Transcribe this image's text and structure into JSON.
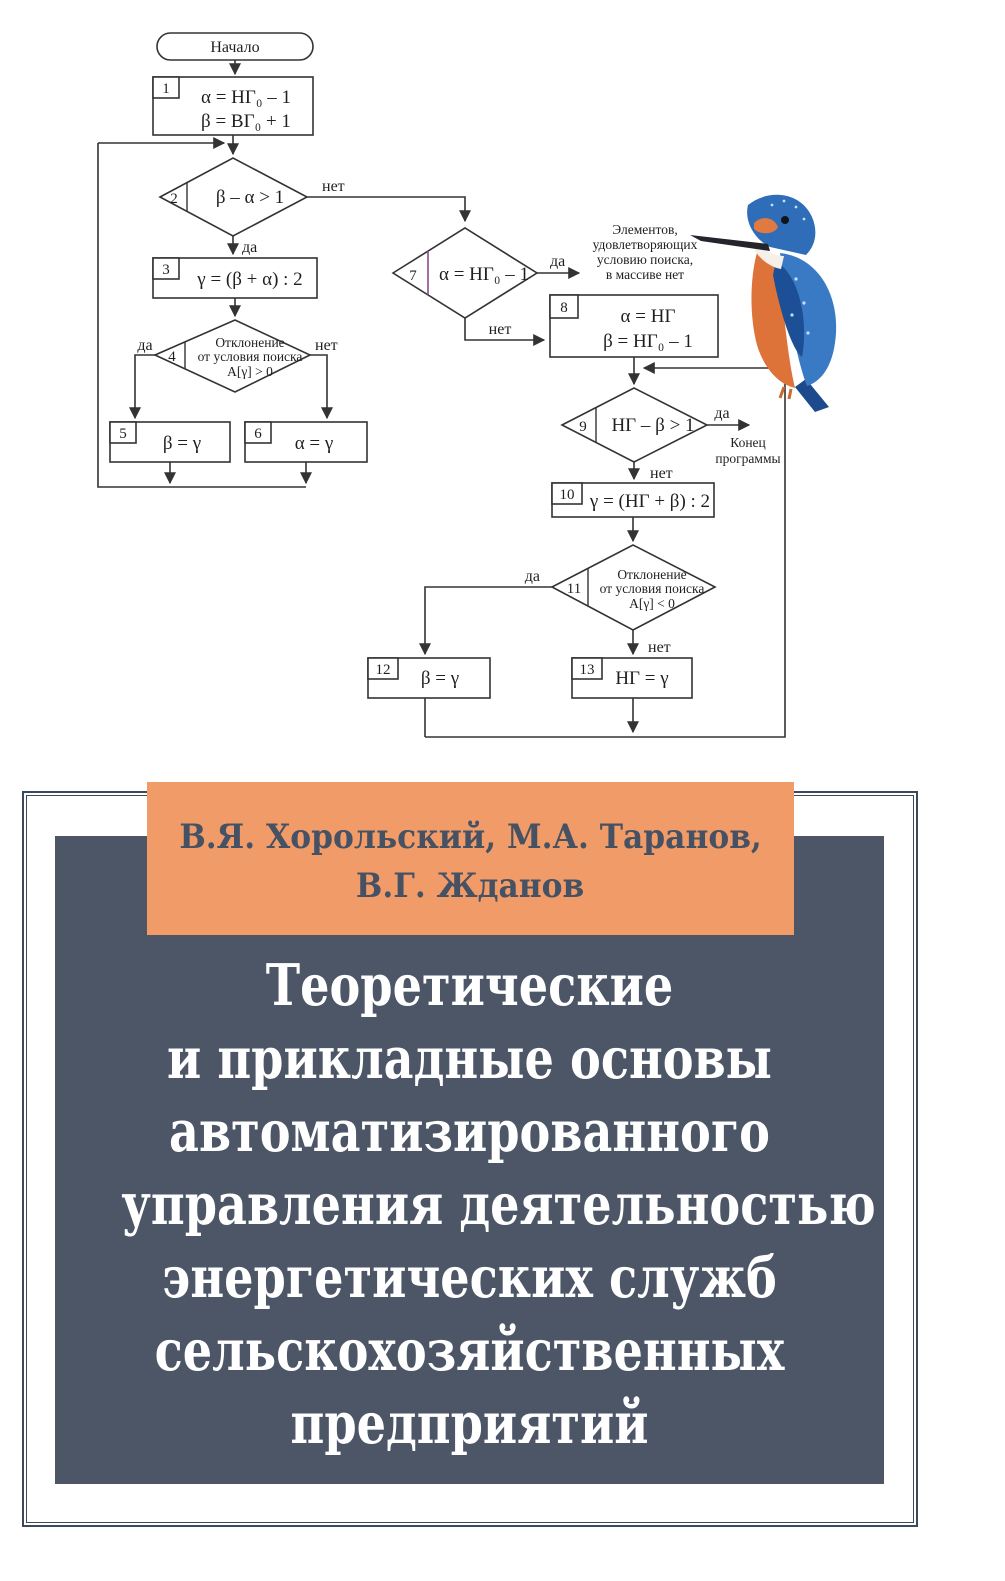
{
  "flowchart": {
    "start_label": "Начало",
    "yes": "да",
    "no": "нет",
    "box1": {
      "num": "1",
      "line1": "α = НГ₀ – 1",
      "line2": "β = ВГ₀ + 1"
    },
    "d2": {
      "num": "2",
      "cond": "β – α > 1"
    },
    "box3": {
      "num": "3",
      "formula": "γ = (β + α) : 2"
    },
    "d4": {
      "num": "4",
      "line1": "Отклонение",
      "line2": "от условия поиска",
      "line3": "A[γ] > 0"
    },
    "box5": {
      "num": "5",
      "formula": "β = γ"
    },
    "box6": {
      "num": "6",
      "formula": "α = γ"
    },
    "d7": {
      "num": "7",
      "cond": "α = НГ₀ – 1"
    },
    "no_elements": {
      "line1": "Элементов,",
      "line2": "удовлетворяющих",
      "line3": "условию поиска,",
      "line4": "в массиве нет"
    },
    "box8": {
      "num": "8",
      "line1": "α = НГ",
      "line2": "β = НГ₀ – 1"
    },
    "d9": {
      "num": "9",
      "cond": "НГ – β > 1"
    },
    "end_label": {
      "line1": "Конец",
      "line2": "программы"
    },
    "box10": {
      "num": "10",
      "formula": "γ = (НГ + β) : 2"
    },
    "d11": {
      "num": "11",
      "line1": "Отклонение",
      "line2": "от условия поиска",
      "line3": "A[γ] < 0"
    },
    "box12": {
      "num": "12",
      "formula": "β = γ"
    },
    "box13": {
      "num": "13",
      "formula": "НГ = γ"
    }
  },
  "cover": {
    "authors_line1": "В.Я. Хорольский, М.А. Таранов,",
    "authors_line2": "В.Г. Жданов",
    "title_lines": [
      "Теоретические",
      "и прикладные основы",
      "автоматизированного",
      "управления деятельностью",
      "энергетических служб",
      "сельскохозяйственных",
      "предприятий"
    ],
    "colors": {
      "orange": "#F19C68",
      "panel": "#4C5667",
      "border": "#3C4A5A",
      "title_text": "#FFFFFF",
      "authors_text": "#465264",
      "line": "#333333"
    }
  }
}
